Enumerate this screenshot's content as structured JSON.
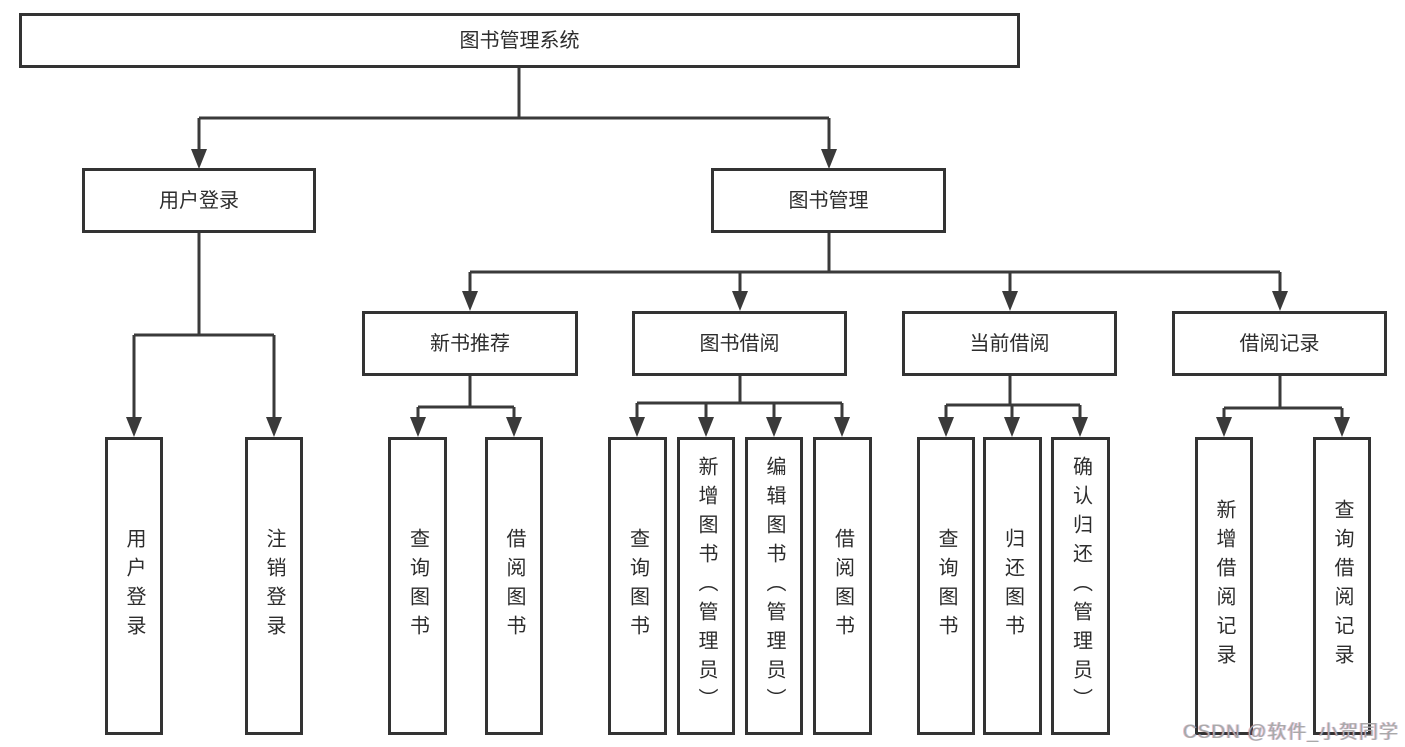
{
  "diagram": {
    "root": {
      "label": "图书管理系统"
    },
    "branches": [
      {
        "label": "用户登录",
        "children": [
          {
            "label": "用户登录"
          },
          {
            "label": "注销登录"
          }
        ]
      },
      {
        "label": "图书管理",
        "children": [
          {
            "label": "新书推荐",
            "children": [
              {
                "label": "查询图书"
              },
              {
                "label": "借阅图书"
              }
            ]
          },
          {
            "label": "图书借阅",
            "children": [
              {
                "label": "查询图书"
              },
              {
                "label": "新增图书（管理员）"
              },
              {
                "label": "编辑图书（管理员）"
              },
              {
                "label": "借阅图书"
              }
            ]
          },
          {
            "label": "当前借阅",
            "children": [
              {
                "label": "查询图书"
              },
              {
                "label": "归还图书"
              },
              {
                "label": "确认归还（管理员）"
              }
            ]
          },
          {
            "label": "借阅记录",
            "children": [
              {
                "label": "新增借阅记录"
              },
              {
                "label": "查询借阅记录"
              }
            ]
          }
        ]
      }
    ]
  },
  "colors": {
    "line": "#3a3a3a",
    "box_border": "#333333",
    "text": "#2d2d2d",
    "watermark": "#a9a9a9"
  },
  "watermark": {
    "text": "CSDN @软件_小贺同学"
  }
}
